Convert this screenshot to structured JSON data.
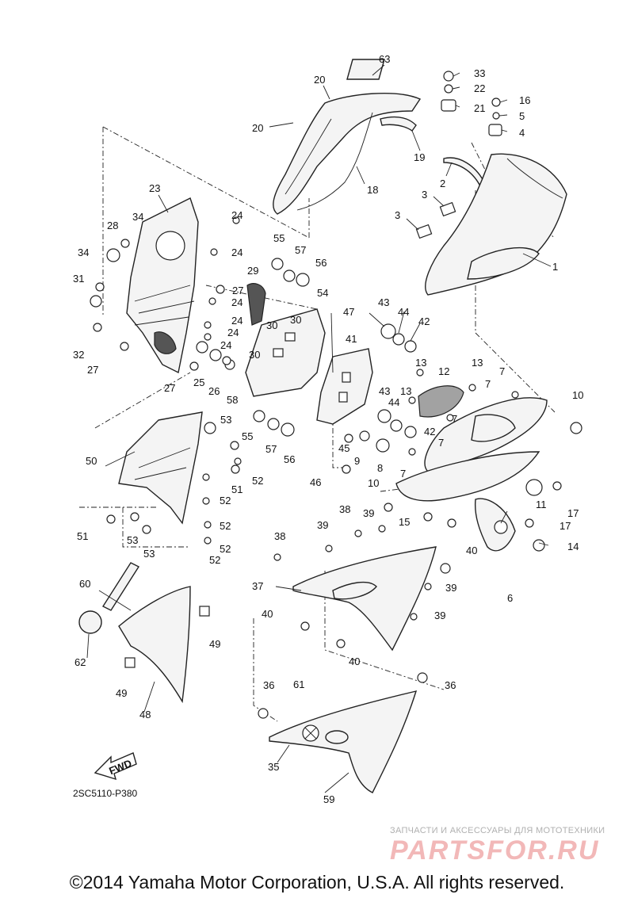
{
  "diagram": {
    "reference_code": "2SC5110-P380",
    "fwd_label": "FWD",
    "copyright": "©2014 Yamaha Motor Corporation, U.S.A. All rights reserved.",
    "watermark": {
      "subtitle": "ЗАПЧАСТИ И АКСЕССУАРЫ ДЛЯ МОТОТЕХНИКИ",
      "logo_text": "PARTSFOR.RU",
      "logo_color": "#f2b8b8"
    },
    "callouts": [
      "63",
      "20",
      "20",
      "33",
      "22",
      "21",
      "16",
      "5",
      "4",
      "19",
      "18",
      "2",
      "3",
      "3",
      "1",
      "23",
      "24",
      "24",
      "28",
      "34",
      "34",
      "31",
      "32",
      "27",
      "27",
      "27",
      "55",
      "57",
      "56",
      "29",
      "30",
      "30",
      "30",
      "24",
      "24",
      "24",
      "24",
      "25",
      "26",
      "58",
      "54",
      "47",
      "41",
      "43",
      "44",
      "42",
      "13",
      "12",
      "13",
      "7",
      "7",
      "10",
      "43",
      "44",
      "13",
      "42",
      "7",
      "7",
      "45",
      "9",
      "8",
      "46",
      "7",
      "11",
      "17",
      "17",
      "14",
      "6",
      "15",
      "10",
      "40",
      "53",
      "55",
      "57",
      "56",
      "50",
      "52",
      "51",
      "52",
      "52",
      "52",
      "53",
      "53",
      "51",
      "52",
      "38",
      "39",
      "38",
      "39",
      "37",
      "39",
      "39",
      "40",
      "40",
      "60",
      "62",
      "49",
      "49",
      "48",
      "36",
      "61",
      "36",
      "35",
      "59"
    ]
  }
}
